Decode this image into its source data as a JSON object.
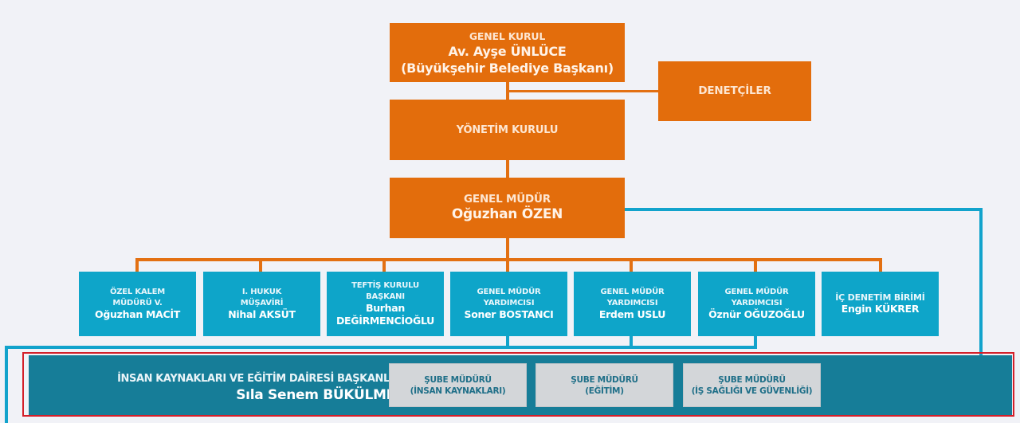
{
  "colors": {
    "orange": "#e36d0c",
    "blue": "#0ea5c9",
    "dept_panel": "#167d98",
    "highlight": "#d4202a",
    "sube_box": "#d3d6d9",
    "background": "#f1f2f7"
  },
  "top": {
    "genel_kurul": {
      "title": "GENEL KURUL",
      "name": "Av. Ayşe ÜNLÜCE",
      "note": "(Büyükşehir Belediye Başkanı)"
    },
    "denetciler": {
      "title": "DENETÇİLER"
    },
    "yonetim_kurulu": {
      "title": "YÖNETİM KURULU"
    },
    "genel_mudur": {
      "title": "GENEL MÜDÜR",
      "name": "Oğuzhan ÖZEN"
    }
  },
  "units": [
    {
      "line1": "ÖZEL KALEM",
      "line2": "MÜDÜRÜ V.",
      "name": "Oğuzhan MACİT"
    },
    {
      "line1": "I. HUKUK",
      "line2": "MÜŞAVİRİ",
      "name": "Nihal AKSÜT"
    },
    {
      "line1": "TEFTİŞ KURULU",
      "line2": "BAŞKANI",
      "name": "Burhan",
      "name2": "DEĞİRMENCİOĞLU"
    },
    {
      "line1": "GENEL MÜDÜR",
      "line2": "YARDIMCISI",
      "name": "Soner BOSTANCI"
    },
    {
      "line1": "GENEL MÜDÜR",
      "line2": "YARDIMCISI",
      "name": "Erdem USLU"
    },
    {
      "line1": "GENEL MÜDÜR",
      "line2": "YARDIMCISI",
      "name": "Öznür OĞUZOĞLU"
    },
    {
      "line1": "İÇ DENETİM BİRİMİ",
      "name": "Engin KÜKRER"
    }
  ],
  "department": {
    "title": "İNSAN KAYNAKLARI VE EĞİTİM DAİRESİ BAŞKANLIĞI",
    "head": "Sıla Senem BÜKÜLMEZ",
    "branches": [
      {
        "line1": "ŞUBE MÜDÜRÜ",
        "line2": "(İNSAN KAYNAKLARI)"
      },
      {
        "line1": "ŞUBE MÜDÜRÜ",
        "line2": "(EĞİTİM)"
      },
      {
        "line1": "ŞUBE MÜDÜRÜ",
        "line2": "(İŞ SAĞLIĞI VE GÜVENLİĞİ)"
      }
    ]
  }
}
